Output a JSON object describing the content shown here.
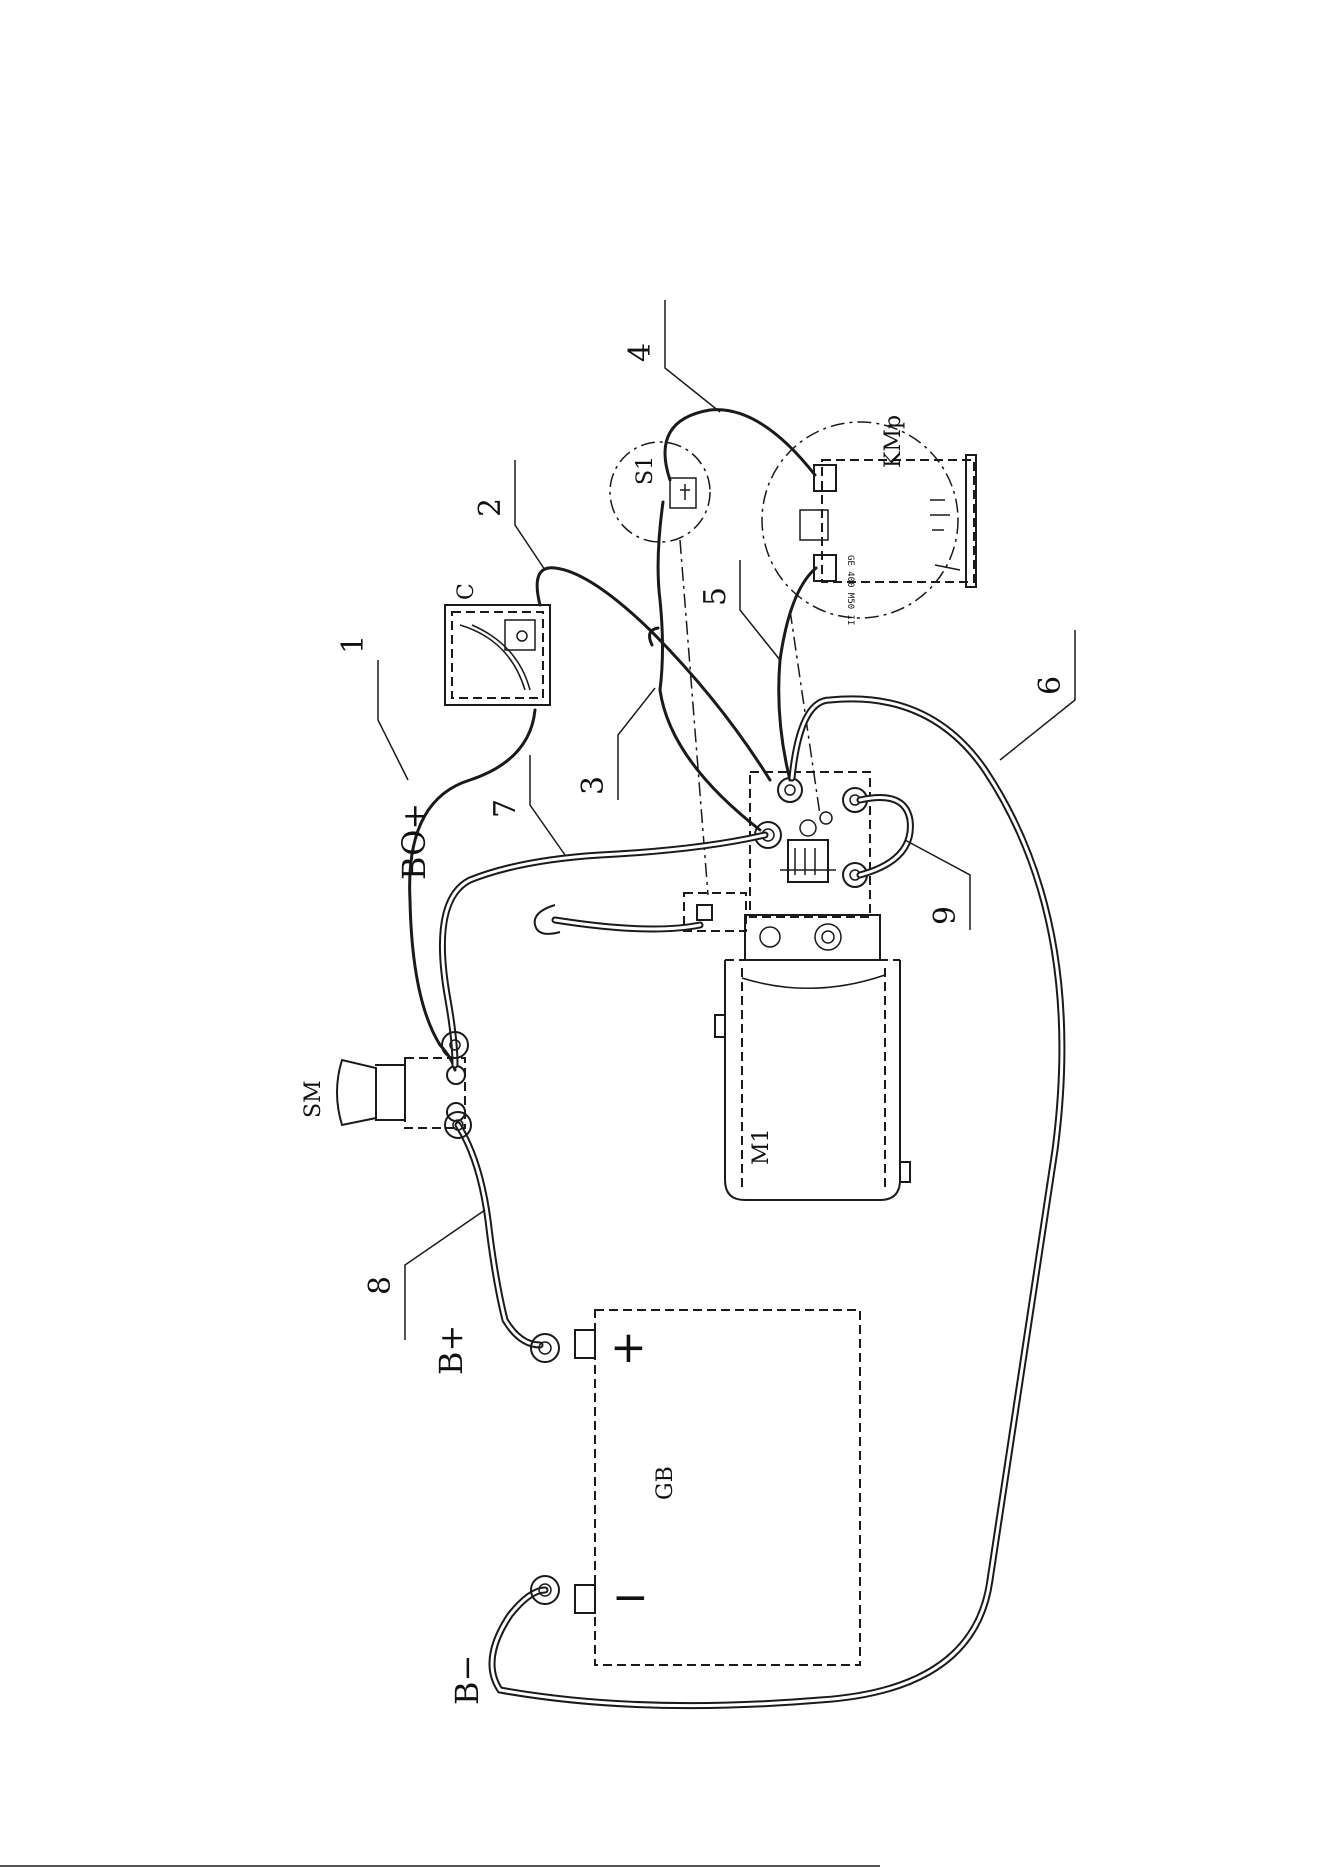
{
  "components": {
    "battery": "GB",
    "battery_plus": "+",
    "battery_minus": "−",
    "motor": "M1",
    "switch": "SM",
    "meter": "C",
    "limit_switch": "S1",
    "contactor": "KMp"
  },
  "terminals": {
    "b_plus": "B+",
    "b_minus": "B−",
    "bo_plus": "BO+"
  },
  "cables": [
    "1",
    "2",
    "3",
    "4",
    "5",
    "6",
    "7",
    "8",
    "9"
  ]
}
